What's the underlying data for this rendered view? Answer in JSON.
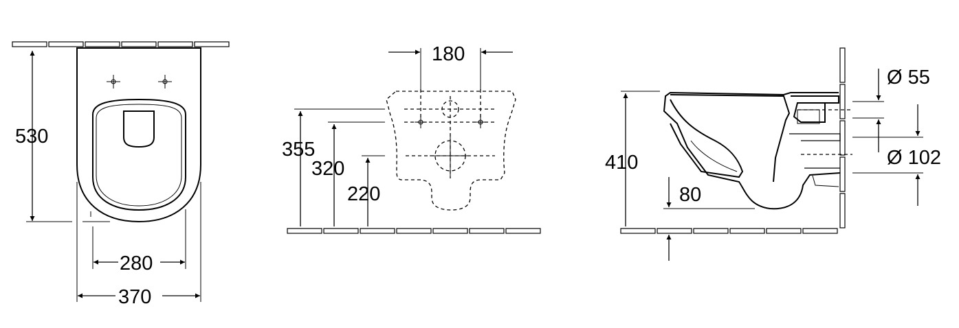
{
  "front_view": {
    "height": "530",
    "seat_width": "280",
    "total_width": "370"
  },
  "wall_view": {
    "hole_spacing": "180",
    "upper_height": "355",
    "mid_height": "320",
    "lower_height": "220"
  },
  "side_view": {
    "height": "410",
    "outlet_height": "80",
    "inlet_diameter": "Ø 55",
    "outlet_diameter": "Ø 102"
  }
}
